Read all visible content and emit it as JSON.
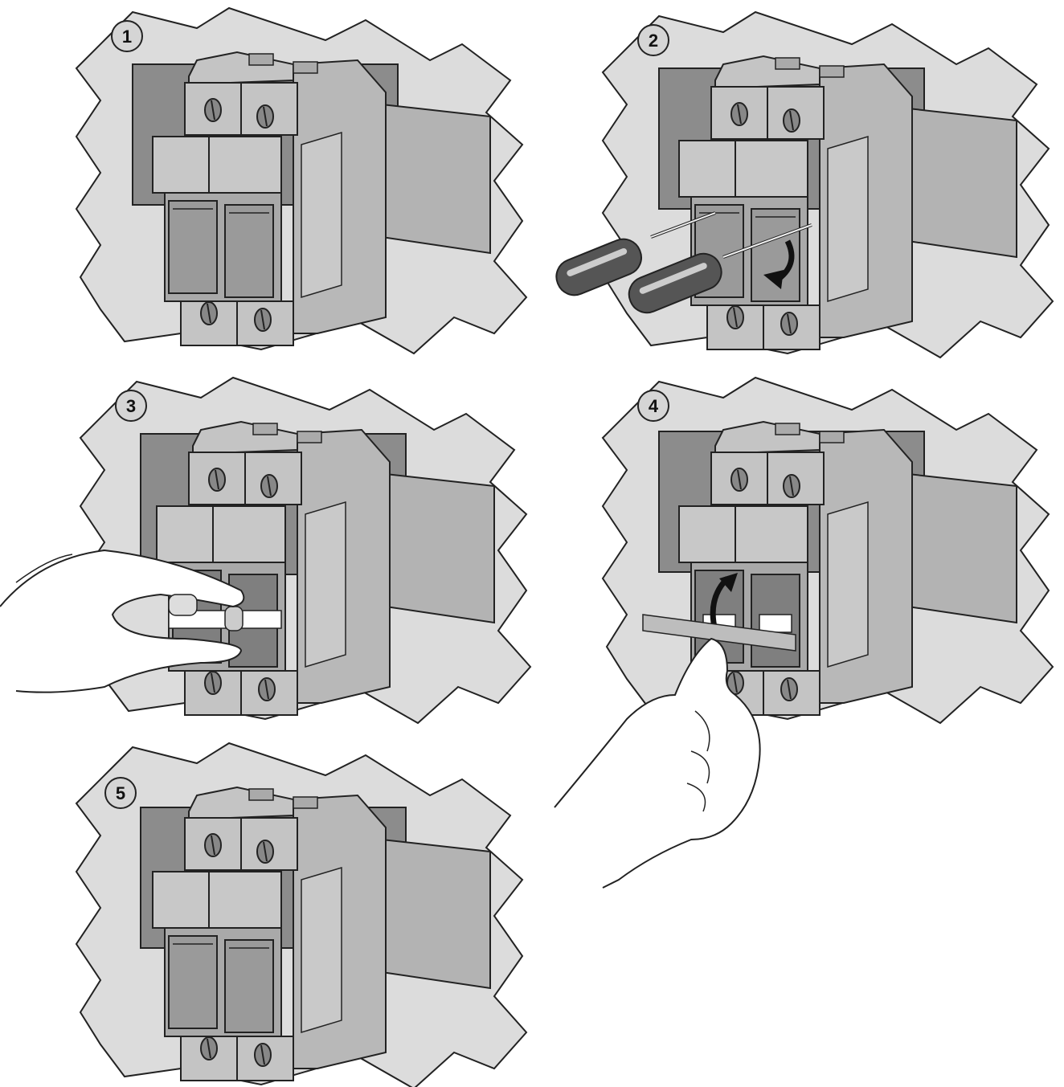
{
  "steps": [
    {
      "number": "1"
    },
    {
      "number": "2"
    },
    {
      "number": "3"
    },
    {
      "number": "4"
    },
    {
      "number": "5"
    }
  ],
  "colors": {
    "wall": "#dcdcdc",
    "panel_plate": "#8c8c8c",
    "rail_plate": "#b3b3b3",
    "body": "#c4c4c4",
    "body_shadow": "#a9a9a9",
    "window": "#9a9a9a",
    "outline": "#222222"
  },
  "icons": {
    "tool": "screwdriver-icon",
    "open_arrow": "curved-arrow-down-icon",
    "close_arrow": "curved-arrow-up-icon",
    "hand": "hand-icon"
  }
}
